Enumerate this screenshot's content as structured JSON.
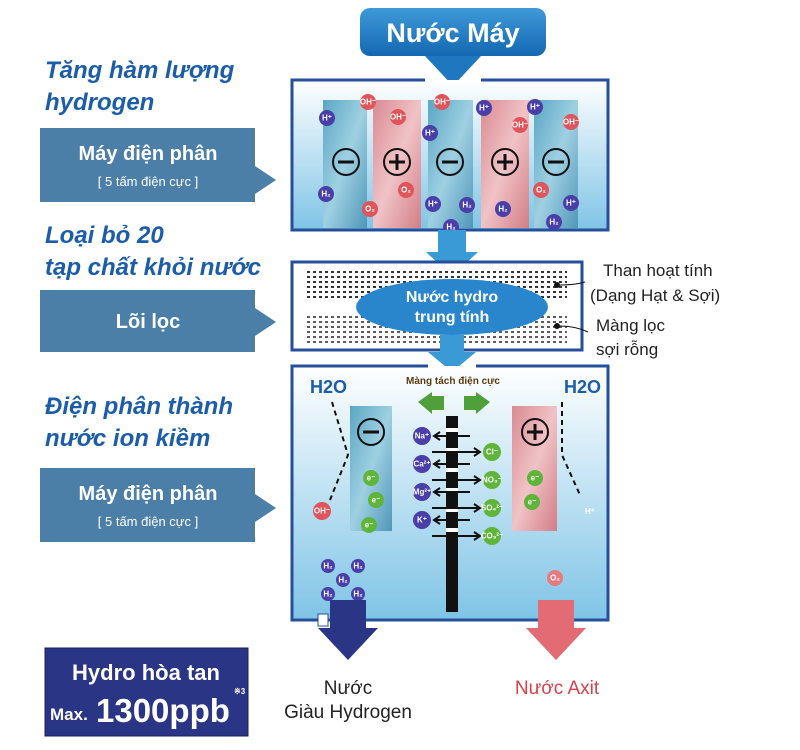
{
  "title": "Nước Máy",
  "sections": [
    {
      "heading": [
        "Tăng hàm lượng",
        "hydrogen"
      ],
      "callout": "Máy điện phân",
      "callout_sub": "[ 5 tấm điện cực ]"
    },
    {
      "heading": [
        "Loại bỏ 20",
        "tạp chất khỏi nước"
      ],
      "callout": "Lõi lọc"
    },
    {
      "heading": [
        "Điện phân thành",
        "nước ion kiềm"
      ],
      "callout": "Máy điện phân",
      "callout_sub": "[ 5 tấm điện cực ]"
    }
  ],
  "filter": {
    "center": [
      "Nước hydro",
      "trung tính"
    ],
    "labels": [
      "Than hoạt tính",
      "(Dạng Hạt & Sợi)",
      "Màng lọc",
      "sợi rỗng"
    ]
  },
  "top_ions": [
    "OH⁻",
    "H⁺",
    "OH⁻",
    "OH⁻",
    "H⁺",
    "H⁺",
    "OH⁻",
    "H⁺",
    "OH⁻",
    "H₂",
    "O₂",
    "O₂",
    "H⁺",
    "H₂",
    "H₂",
    "O₂",
    "H⁺",
    "H₂",
    "H₂"
  ],
  "bottom": {
    "membrane": "Màng tách điện cực",
    "h2o_left": "H2O",
    "h2o_right": "H2O",
    "cations": [
      "Na⁺",
      "Ca²⁺",
      "Mg²⁺",
      "K⁺"
    ],
    "anions": [
      "Cl⁻",
      "NO₃⁻",
      "SO₄²⁻",
      "CO₃²⁻"
    ],
    "electron": "e⁻",
    "oh": "OH⁻",
    "h": "H⁺",
    "h2": "H₂",
    "o2": "O₂"
  },
  "outputs": {
    "alkaline": [
      "Nước",
      "Giàu Hydrogen"
    ],
    "acid": "Nước Axit"
  },
  "badge": {
    "line1": "Hydro hòa tan",
    "max": "Max.",
    "value": "1300ppb",
    "note": "※3"
  },
  "colors": {
    "blue": "#1b5cab",
    "navy": "#2b3585",
    "pink": "#e36b73",
    "callout": "#4b7fa8"
  }
}
